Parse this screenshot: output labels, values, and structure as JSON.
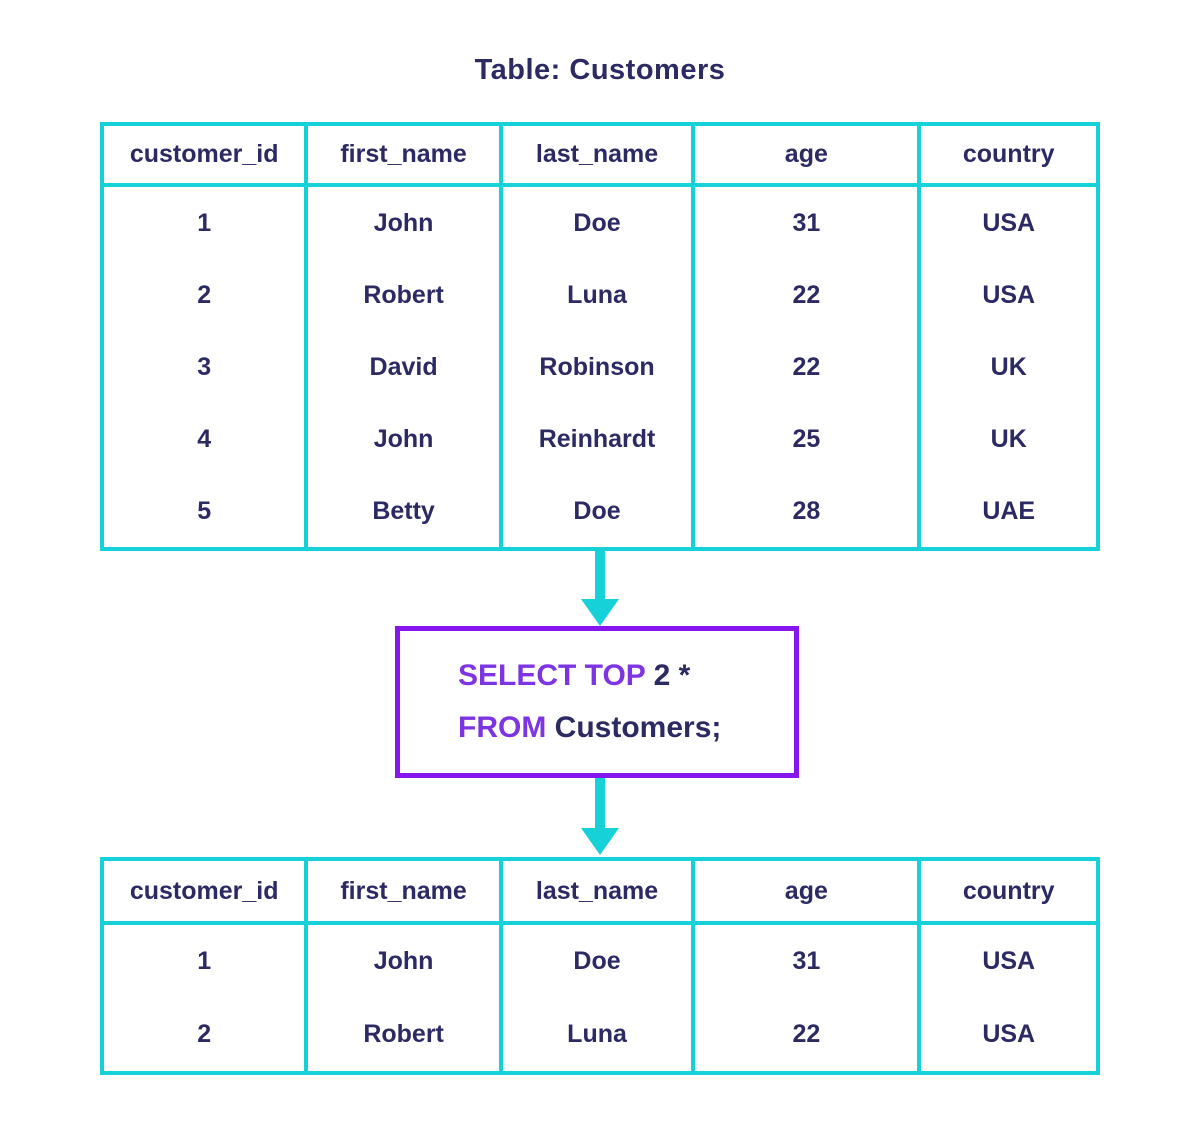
{
  "title": "Table: Customers",
  "columns": [
    "customer_id",
    "first_name",
    "last_name",
    "age",
    "country"
  ],
  "source_table": {
    "rows": [
      [
        "1",
        "John",
        "Doe",
        "31",
        "USA"
      ],
      [
        "2",
        "Robert",
        "Luna",
        "22",
        "USA"
      ],
      [
        "3",
        "David",
        "Robinson",
        "22",
        "UK"
      ],
      [
        "4",
        "John",
        "Reinhardt",
        "25",
        "UK"
      ],
      [
        "5",
        "Betty",
        "Doe",
        "28",
        "UAE"
      ]
    ]
  },
  "query": {
    "keyword1": "SELECT TOP",
    "value1": " 2 *",
    "keyword2": "FROM",
    "value2": " Customers;"
  },
  "result_table": {
    "rows": [
      [
        "1",
        "John",
        "Doe",
        "31",
        "USA"
      ],
      [
        "2",
        "Robert",
        "Luna",
        "22",
        "USA"
      ]
    ]
  },
  "colors": {
    "table_border": "#16d2d8",
    "arrow": "#16d2d8",
    "text": "#2b2a63",
    "query_border": "#8517ee",
    "query_keyword": "#7d35e3"
  }
}
